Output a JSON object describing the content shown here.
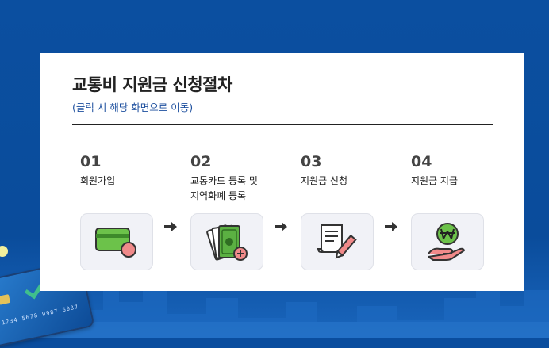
{
  "panel": {
    "title": "교통비 지원금 신청절차",
    "subtitle": "(클릭 시 해당 화면으로 이동)"
  },
  "steps": [
    {
      "number": "01",
      "label_lines": [
        "회원가입"
      ],
      "icon": "credit-card-icon"
    },
    {
      "number": "02",
      "label_lines": [
        "교통카드 등록 및",
        "지역화폐 등록"
      ],
      "icon": "money-plus-icon"
    },
    {
      "number": "03",
      "label_lines": [
        "지원금 신청"
      ],
      "icon": "document-pen-icon"
    },
    {
      "number": "04",
      "label_lines": [
        "지원금 지급"
      ],
      "icon": "won-coin-hand-icon"
    }
  ],
  "decor": {
    "card_number": "1234 5678 9987 6087"
  },
  "colors": {
    "background": "#0a4d9e",
    "accent_text": "#1d4f9e",
    "icon_green": "#6cc24a",
    "icon_pink": "#f08a8a"
  }
}
